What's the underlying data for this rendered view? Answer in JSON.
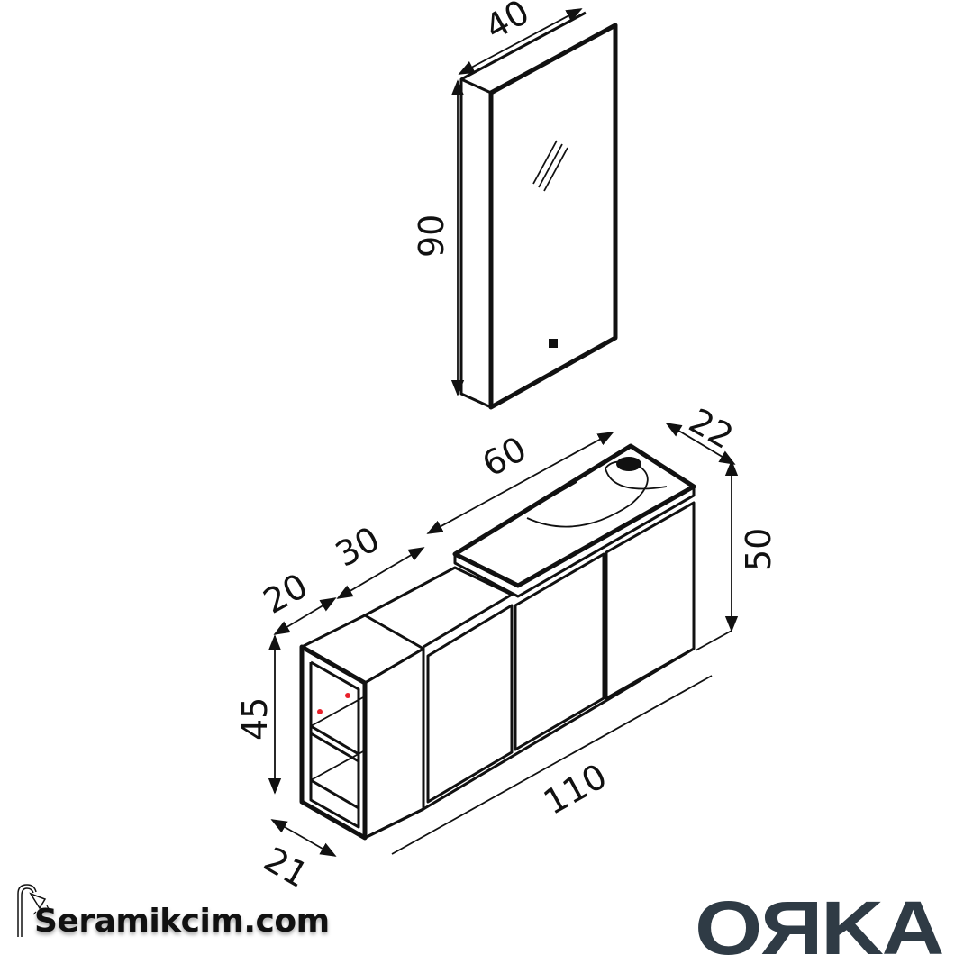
{
  "dimensions": {
    "mirror_width": "40",
    "mirror_height": "90",
    "sink_width": "60",
    "sink_depth": "22",
    "cabinet_height": "50",
    "middle_width": "30",
    "shelf_width": "20",
    "shelf_height": "45",
    "shelf_depth": "21",
    "total_width": "110"
  },
  "logos": {
    "site": "Seramikcim.com",
    "brand": "ORKA"
  },
  "colors": {
    "line": "#111111",
    "brand": "#2f3b45",
    "accent_dots": "#e8202a"
  }
}
